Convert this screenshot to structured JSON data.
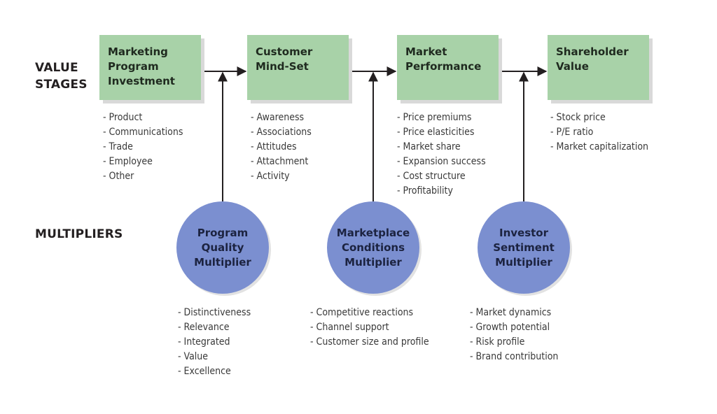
{
  "row_labels": {
    "value_stages": [
      "VALUE",
      "STAGES"
    ],
    "multipliers": "MULTIPLIERS"
  },
  "stages": [
    {
      "title": [
        "Marketing",
        "Program",
        "Investment"
      ],
      "items": [
        "- Product",
        "- Communications",
        "- Trade",
        "- Employee",
        "- Other"
      ]
    },
    {
      "title": [
        "Customer",
        "Mind-Set"
      ],
      "items": [
        "- Awareness",
        "- Associations",
        "- Attitudes",
        "- Attachment",
        "- Activity"
      ]
    },
    {
      "title": [
        "Market",
        "Performance"
      ],
      "items": [
        "- Price premiums",
        "- Price elasticities",
        "- Market share",
        "- Expansion success",
        "- Cost structure",
        "- Profitability"
      ]
    },
    {
      "title": [
        "Shareholder",
        "Value"
      ],
      "items": [
        "- Stock price",
        "- P/E ratio",
        "- Market capitalization"
      ]
    }
  ],
  "multipliers": [
    {
      "title": [
        "Program",
        "Quality",
        "Multiplier"
      ],
      "items": [
        "- Distinctiveness",
        "- Relevance",
        "- Integrated",
        "- Value",
        "- Excellence"
      ]
    },
    {
      "title": [
        "Marketplace",
        "Conditions",
        "Multiplier"
      ],
      "items": [
        "- Competitive reactions",
        "- Channel support",
        "- Customer size and profile"
      ]
    },
    {
      "title": [
        "Investor",
        "Sentiment",
        "Multiplier"
      ],
      "items": [
        "- Market dynamics",
        "- Growth potential",
        "- Risk profile",
        "- Brand contribution"
      ]
    }
  ],
  "colors": {
    "stage_fill": "#a8d2a8",
    "multiplier_fill": "#7b8fd0",
    "arrow": "#231f20"
  }
}
